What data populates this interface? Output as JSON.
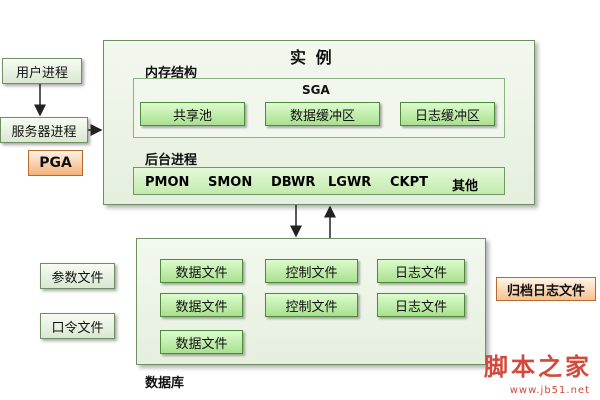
{
  "instance": {
    "title": "实 例",
    "memory_title": "内存结构",
    "sga": {
      "title": "SGA",
      "items": [
        "共享池",
        "数据缓冲区",
        "日志缓冲区"
      ]
    },
    "background_title": "后台进程",
    "processes": [
      "PMON",
      "SMON",
      "DBWR",
      "LGWR",
      "CKPT",
      "其他"
    ]
  },
  "left": {
    "user_process": "用户进程",
    "server_process": "服务器进程",
    "pga": "PGA"
  },
  "database": {
    "title": "数据库",
    "data_files": [
      "数据文件",
      "数据文件",
      "数据文件"
    ],
    "control_files": [
      "控制文件",
      "控制文件"
    ],
    "log_files": [
      "日志文件",
      "日志文件"
    ]
  },
  "outside_files": {
    "param_file": "参数文件",
    "password_file": "口令文件",
    "archive_log": "归档日志文件"
  },
  "watermark": {
    "text": "脚本之家",
    "url": "www.jb51.net"
  }
}
